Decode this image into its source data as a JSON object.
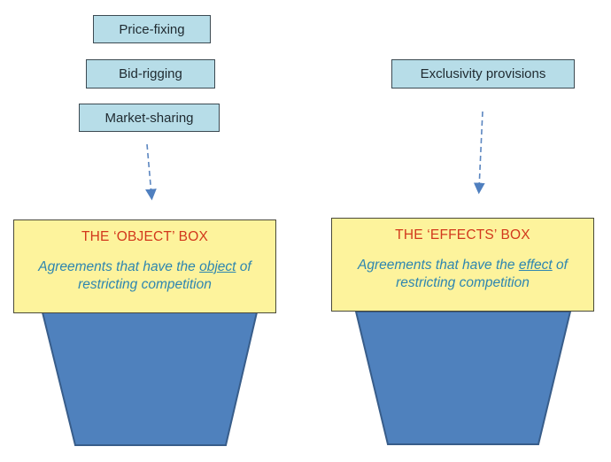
{
  "left": {
    "examples": [
      {
        "label": "Price-fixing"
      },
      {
        "label": "Bid-rigging"
      },
      {
        "label": "Market-sharing"
      }
    ],
    "box": {
      "title": "THE ‘OBJECT’ BOX",
      "desc_prefix": "Agreements that have the ",
      "desc_emphasis": "object",
      "desc_suffix_line1": " of",
      "desc_line2": "restricting competition"
    }
  },
  "right": {
    "examples": [
      {
        "label": "Exclusivity provisions"
      }
    ],
    "box": {
      "title": "THE ‘EFFECTS’ BOX",
      "desc_prefix": "Agreements that have the ",
      "desc_emphasis": "effect",
      "desc_suffix_line1": " of",
      "desc_line2": "restricting competition"
    }
  },
  "colors": {
    "example_fill": "#b7dde8",
    "box_fill": "#fdf39c",
    "title_red": "#d2381c",
    "desc_blue": "#2e86b0",
    "bucket_fill": "#4f81bd",
    "bucket_outline": "#385d8a",
    "arrow": "#4f7fbf"
  }
}
